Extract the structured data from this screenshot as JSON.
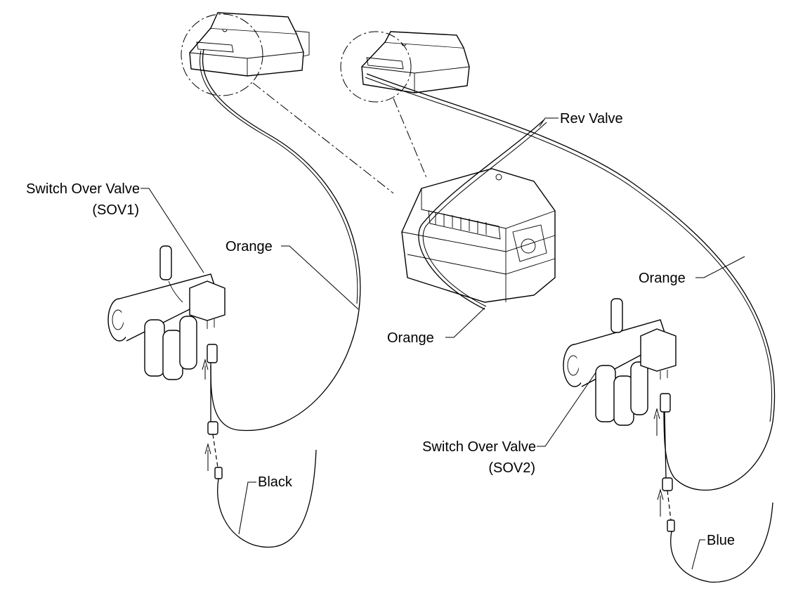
{
  "labels": {
    "rev_valve": "Rev Valve",
    "sov1_name": "Switch Over Valve",
    "sov1_id": "(SOV1)",
    "sov2_name": "Switch Over Valve",
    "sov2_id": "(SOV2)",
    "orange_left": "Orange",
    "orange_center": "Orange",
    "orange_right": "Orange",
    "black": "Black",
    "blue": "Blue"
  }
}
